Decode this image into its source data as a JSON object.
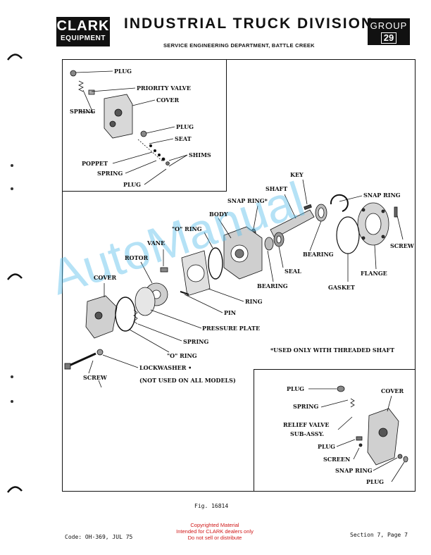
{
  "header": {
    "logo_line1": "CLARK",
    "logo_line2": "EQUIPMENT",
    "title": "INDUSTRIAL TRUCK DIVISION",
    "subtitle": "SERVICE ENGINEERING DEPARTMENT, BATTLE CREEK",
    "group_label": "GROUP",
    "group_number": "29"
  },
  "priority_valve_labels": {
    "plug_top": "PLUG",
    "priority_valve": "PRIORITY VALVE",
    "cover": "COVER",
    "spring_left": "SPRING",
    "plug_mid": "PLUG",
    "seat": "SEAT",
    "shims": "SHIMS",
    "poppet": "POPPET",
    "spring_lower": "SPRING",
    "plug_bottom": "PLUG"
  },
  "pump_labels": {
    "key": "KEY",
    "shaft": "SHAFT",
    "snap_ring_star": "SNAP RING*",
    "snap_ring_right": "SNAP RING",
    "body": "BODY",
    "o_ring_top": "\"O\" RING",
    "vane": "VANE",
    "rotor": "ROTOR",
    "screw_right": "SCREW",
    "bearing_right": "BEARING",
    "seal": "SEAL",
    "flange": "FLANGE",
    "bearing_lower": "BEARING",
    "gasket": "GASKET",
    "cover": "COVER",
    "ring": "RING",
    "pin": "PIN",
    "pressure_plate": "PRESSURE PLATE",
    "spring": "SPRING",
    "o_ring_bottom": "\"O\" RING",
    "lockwasher": "LOCKWASHER •",
    "lockwasher_note": "(NOT USED ON ALL MODELS)",
    "screw_left": "SCREW",
    "threaded_note": "*USED ONLY WITH THREADED SHAFT"
  },
  "relief_valve_labels": {
    "plug_top": "PLUG",
    "cover": "COVER",
    "spring": "SPRING",
    "relief_valve_line1": "RELIEF VALVE",
    "relief_valve_line2": "SUB-ASSY.",
    "plug_mid": "PLUG",
    "screen": "SCREEN",
    "snap_ring": "SNAP RING",
    "plug_bottom": "PLUG"
  },
  "footer": {
    "figure_caption": "Fig. 16814",
    "code": "Code: OH-369, JUL 75",
    "copyright_line1": "Copyrighted Material",
    "copyright_line2": "Intended for CLARK dealers only",
    "copyright_line3": "Do not sell or distribute",
    "section": "Section 7, Page 7"
  },
  "watermark": "AutoManual",
  "colors": {
    "ink": "#111111",
    "copyright_red": "#d01818",
    "watermark_blue": "#5abeeb"
  }
}
